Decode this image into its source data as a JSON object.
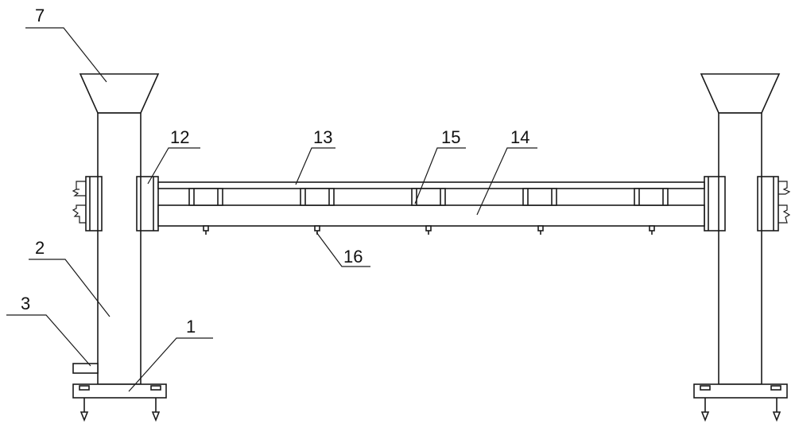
{
  "labels": {
    "l7": "7",
    "l12": "12",
    "l13": "13",
    "l15": "15",
    "l14": "14",
    "l2": "2",
    "l16": "16",
    "l3": "3",
    "l1": "1"
  }
}
